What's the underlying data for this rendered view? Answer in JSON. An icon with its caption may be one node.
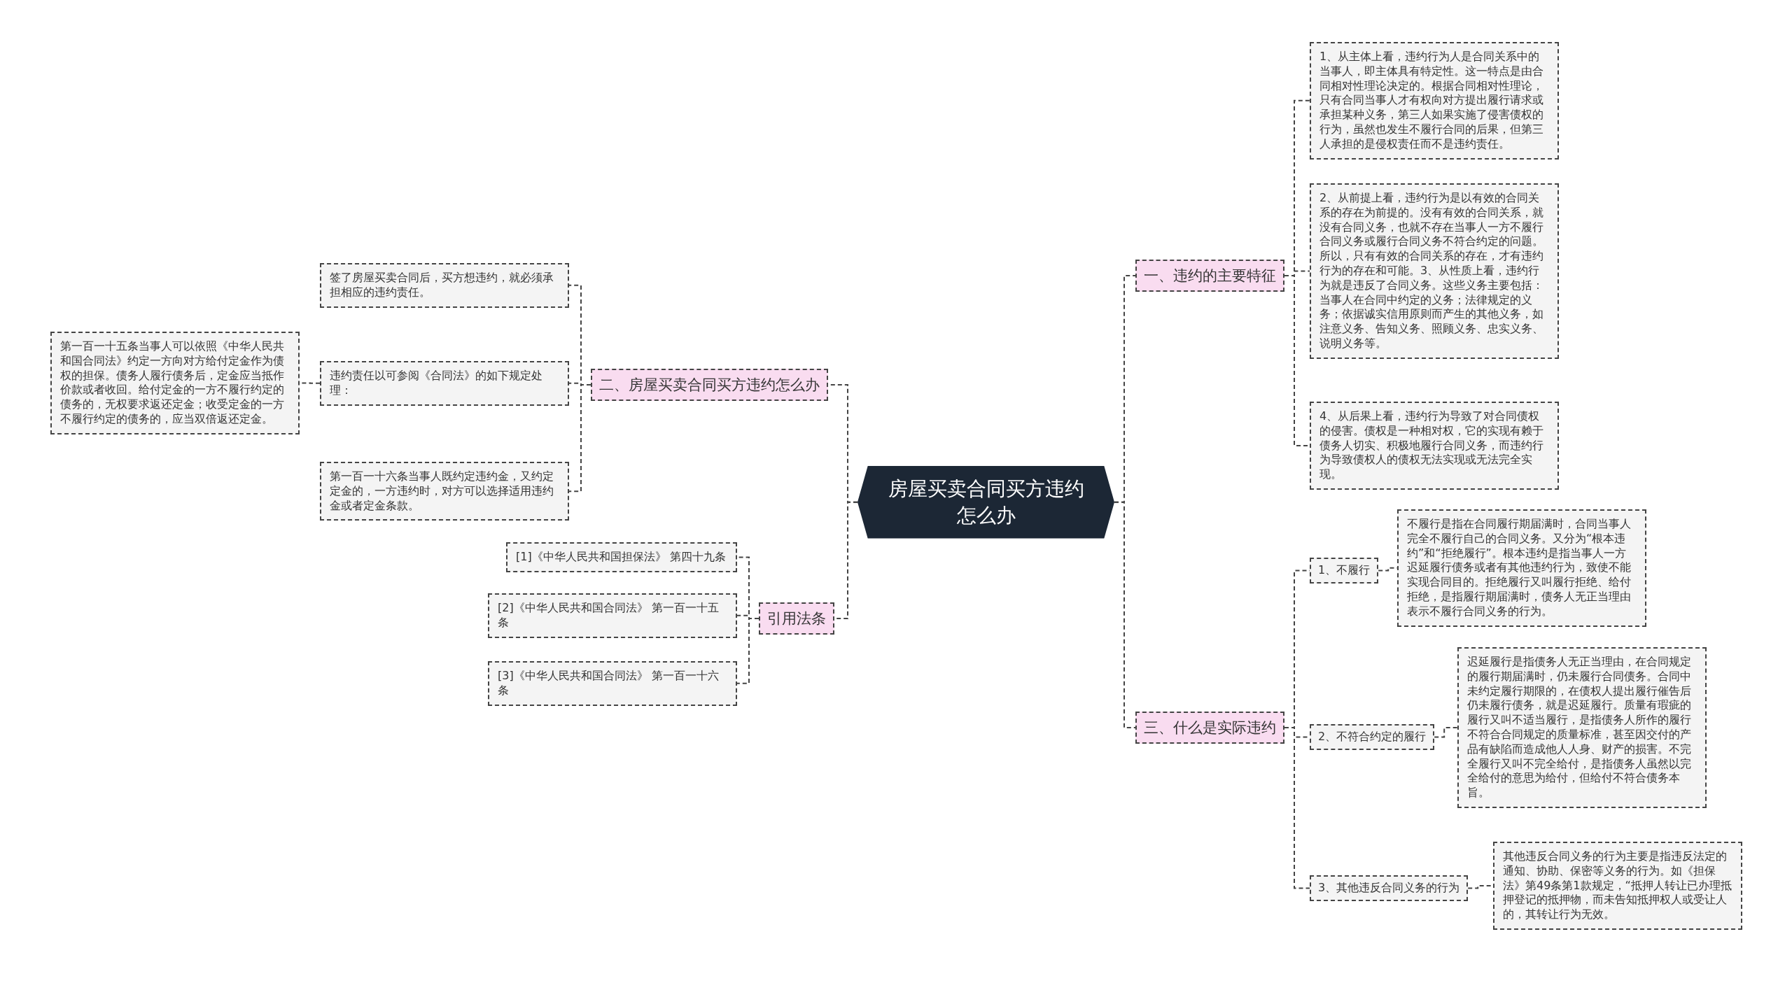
{
  "diagram": {
    "nodes": [
      {
        "text": [
          "房屋买卖合同买方违约怎么办"
        ]
      },
      {
        "text": [
          "一、违约的主要特征"
        ]
      },
      {
        "text": [
          "1、从主体上看，违约行为人是合同关系中的当事人，即主体具有特定性。这一特点是由合同相对性理论决定的。根据合同相对性理论，只有合同当事人才有权向对方提出履行请求或承担某种义务，第三人如果实施了侵害债权的行为，虽然也发生不履行合同的后果，但第三人承担的是侵权责任而不是违约责任。"
        ]
      },
      {
        "text": [
          "2、从前提上看，违约行为是以有效的合同关系的存在为前提的。没有有效的合同关系，就没有合同义务，也就不存在当事人一方不履行合同义务或履行合同义务不符合约定的问题。所以，只有有效的合同关系的存在，才有违约行为的存在和可能。3、从性质上看，违约行为就是违反了合同义务。这些义务主要包括：当事人在合同中约定的义务；法律规定的义务；依据诚实信用原则而产生的其他义务，如注意义务、告知义务、照顾义务、忠实义务、说明义务等。"
        ]
      },
      {
        "text": [
          "4、从后果上看，违约行为导致了对合同债权的侵害。债权是一种相对权，它的实现有赖于债务人切实、积极地履行合同义务，而违约行为导致债权人的债权无法实现或无法完全实现。"
        ]
      },
      {
        "text": [
          "二、房屋买卖合同买方违约怎么办"
        ]
      },
      {
        "text": [
          "签了房屋买卖合同后，买方想违约，就必须承担相应的违约责任。"
        ]
      },
      {
        "text": [
          "违约责任以可参阅《合同法》的如下规定处理："
        ]
      },
      {
        "text": [
          "第一百一十五条当事人可以依照《中华人民共和国合同法》约定一方向对方给付定金作为债权的担保。债务人履行债务后，定金应当抵作价款或者收回。给付定金的一方不履行约定的债务的，无权要求返还定金；收受定金的一方不履行约定的债务的，应当双倍返还定金。"
        ]
      },
      {
        "text": [
          "第一百一十六条当事人既约定违约金，又约定定金的，一方违约时，对方可以选择适用违约金或者定金条款。"
        ]
      },
      {
        "text": [
          "引用法条"
        ]
      },
      {
        "text": [
          "[1]《中华人民共和国担保法》 第四十九条"
        ]
      },
      {
        "text": [
          "[2]《中华人民共和国合同法》 第一百一十五条"
        ]
      },
      {
        "text": [
          "[3]《中华人民共和国合同法》 第一百一十六条"
        ]
      },
      {
        "text": [
          "三、什么是实际违约"
        ]
      },
      {
        "text": [
          "1、不履行"
        ]
      },
      {
        "text": [
          "不履行是指在合同履行期届满时，合同当事人完全不履行自己的合同义务。又分为“根本违约”和“拒绝履行”。根本违约是指当事人一方迟延履行债务或者有其他违约行为，致使不能实现合同目的。拒绝履行又叫履行拒绝、给付拒绝，是指履行期届满时，债务人无正当理由表示不履行合同义务的行为。"
        ]
      },
      {
        "text": [
          "2、不符合约定的履行"
        ]
      },
      {
        "text": [
          "迟延履行是指债务人无正当理由，在合同规定的履行期届满时，仍未履行合同债务。合同中未约定履行期限的，在债权人提出履行催告后仍未履行债务，就是迟延履行。质量有瑕疵的履行又叫不适当履行，是指债务人所作的履行不符合合同规定的质量标准，甚至因交付的产品有缺陷而造成他人人身、财产的损害。不完全履行又叫不完全给付，是指债务人虽然以完全给付的意思为给付，但给付不符合债务本旨。"
        ]
      },
      {
        "text": [
          "3、其他违反合同义务的行为"
        ]
      },
      {
        "text": [
          "其他违反合同义务的行为主要是指违反法定的通知、协助、保密等义务的行为。如《担保法》第49条第1款规定，“抵押人转让已办理抵押登记的抵押物，而未告知抵押权人或受让人的，其转让行为无效。"
        ]
      }
    ],
    "edges": [
      {
        "from": 0,
        "to": 1,
        "arrow": "none"
      },
      {
        "from": 1,
        "to": 2,
        "arrow": "none"
      },
      {
        "from": 1,
        "to": 3,
        "arrow": "none"
      },
      {
        "from": 1,
        "to": 4,
        "arrow": "none"
      },
      {
        "from": 0,
        "to": 5,
        "arrow": "none"
      },
      {
        "from": 5,
        "to": 6,
        "arrow": "none"
      },
      {
        "from": 5,
        "to": 7,
        "arrow": "none"
      },
      {
        "from": 7,
        "to": 8,
        "arrow": "none"
      },
      {
        "from": 5,
        "to": 9,
        "arrow": "none"
      },
      {
        "from": 0,
        "to": 10,
        "arrow": "none"
      },
      {
        "from": 10,
        "to": 11,
        "arrow": "none"
      },
      {
        "from": 10,
        "to": 12,
        "arrow": "none"
      },
      {
        "from": 10,
        "to": 13,
        "arrow": "none"
      },
      {
        "from": 0,
        "to": 14,
        "arrow": "none"
      },
      {
        "from": 14,
        "to": 15,
        "arrow": "none"
      },
      {
        "from": 15,
        "to": 16,
        "arrow": "none"
      },
      {
        "from": 14,
        "to": 17,
        "arrow": "none"
      },
      {
        "from": 17,
        "to": 18,
        "arrow": "none"
      },
      {
        "from": 14,
        "to": 19,
        "arrow": "none"
      },
      {
        "from": 19,
        "to": 20,
        "arrow": "none"
      }
    ]
  }
}
